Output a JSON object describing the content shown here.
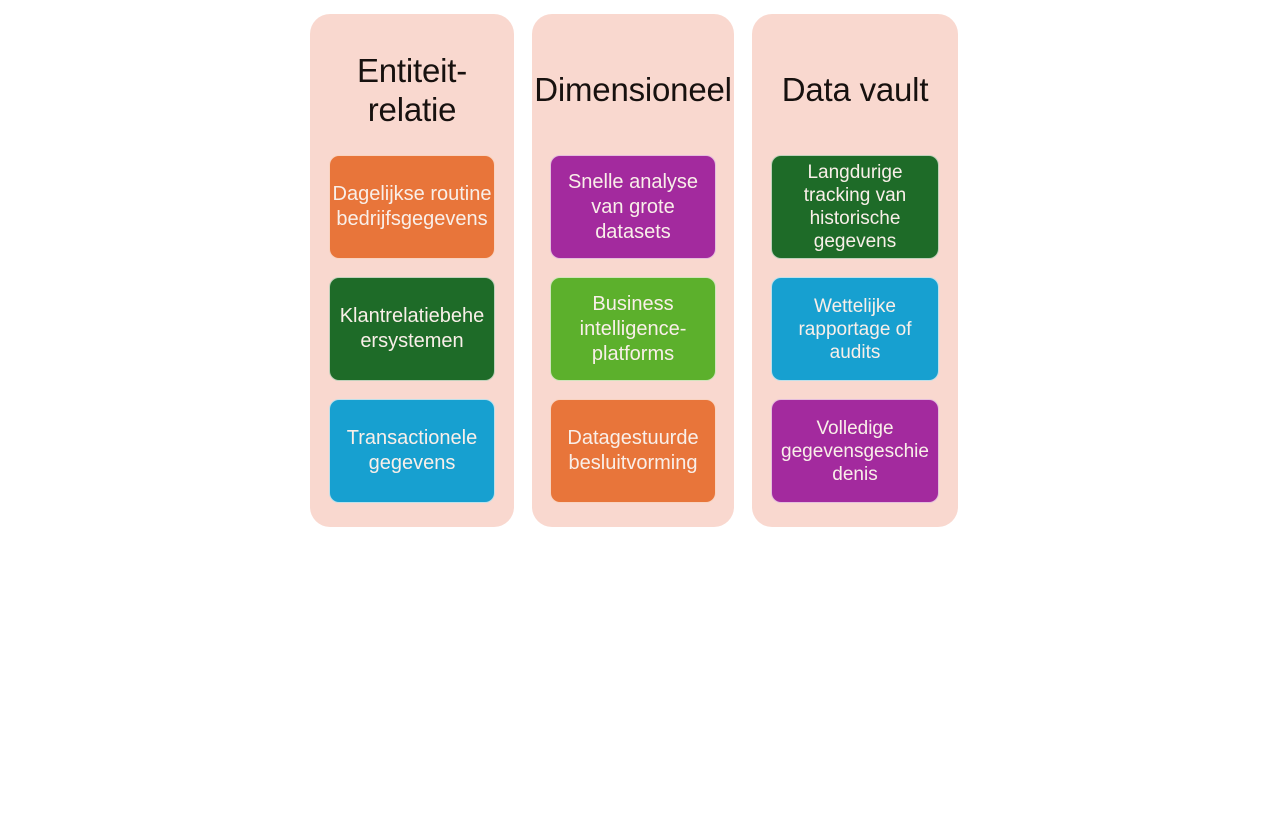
{
  "diagram": {
    "title": "Entiteit-relatie / Dimensioneel / Data vault",
    "panel_background": "#f9d8cf",
    "page_background": "#ffffff",
    "header_color": "#17110f",
    "card_text_color": "#f9efe9",
    "columns": [
      {
        "id": "entiteit-relatie",
        "header": "Entiteit-\nrelatie",
        "cards": [
          {
            "label": "Dagelijkse routine bedrijfsgegevens",
            "color": "#e8753a",
            "color_name": "orange"
          },
          {
            "label": "Klantrelatiebehe\nersystemen",
            "color": "#1e6b28",
            "color_name": "dark-green"
          },
          {
            "label": "Transactionele gegevens",
            "color": "#17a0d0",
            "color_name": "blue"
          }
        ]
      },
      {
        "id": "dimensioneel",
        "header": "Dimensioneel",
        "cards": [
          {
            "label": "Snelle analyse van grote datasets",
            "color": "#a32a9e",
            "color_name": "magenta"
          },
          {
            "label": "Business intelligence-platforms",
            "color": "#5cb02c",
            "color_name": "green"
          },
          {
            "label": "Datagestuurde besluitvorming",
            "color": "#e8753a",
            "color_name": "orange"
          }
        ]
      },
      {
        "id": "data-vault",
        "header": "Data vault",
        "cards": [
          {
            "label": "Langdurige tracking van historische gegevens",
            "color": "#1e6b28",
            "color_name": "dark-green"
          },
          {
            "label": "Wettelijke rapportage of audits",
            "color": "#17a0d0",
            "color_name": "blue"
          },
          {
            "label": "Volledige gegevensgeschie\ndenis",
            "color": "#a32a9e",
            "color_name": "magenta"
          }
        ]
      }
    ]
  }
}
